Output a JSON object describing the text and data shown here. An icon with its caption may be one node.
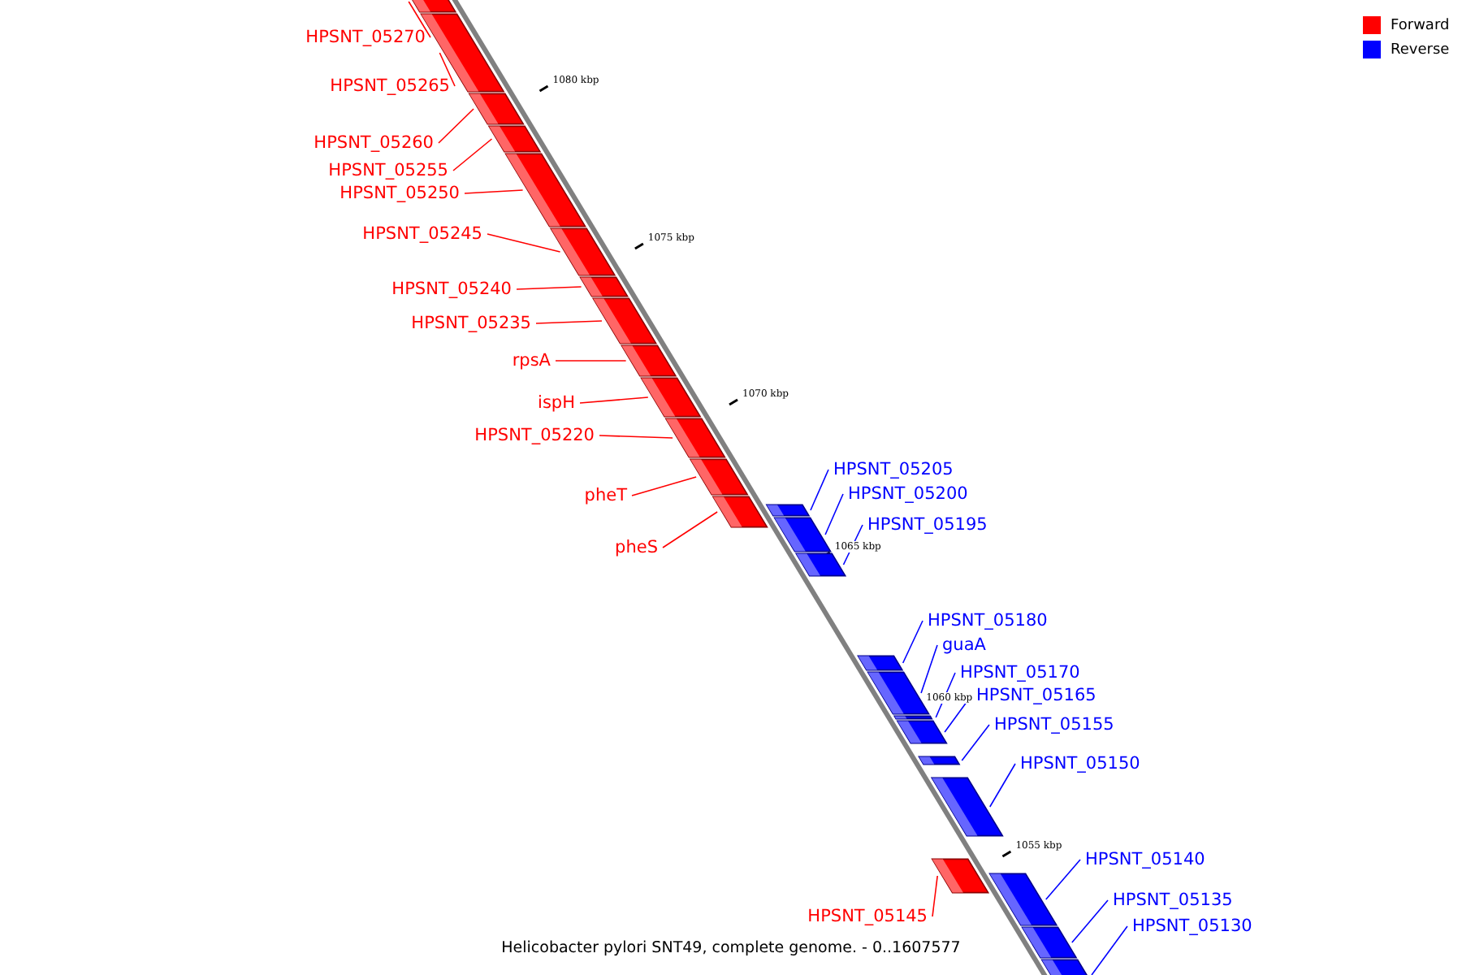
{
  "diagram": {
    "caption": "Helicobacter pylori SNT49, complete genome. - 0..1607577",
    "nodes": [
      {
        "text": [
          "HPSNT_05270"
        ]
      },
      {
        "text": [],
        "shape": "bar"
      },
      {
        "text": [
          "HPSNT_05265"
        ]
      },
      {
        "text": [],
        "shape": "bar"
      },
      {
        "text": [
          "HPSNT_05260"
        ]
      },
      {
        "text": [],
        "shape": "bar"
      },
      {
        "text": [
          "HPSNT_05255"
        ]
      },
      {
        "text": [],
        "shape": "bar"
      },
      {
        "text": [
          "HPSNT_05250"
        ]
      },
      {
        "text": [],
        "shape": "bar"
      },
      {
        "text": [
          "HPSNT_05245"
        ]
      },
      {
        "text": [],
        "shape": "bar"
      },
      {
        "text": [
          "HPSNT_05240"
        ]
      },
      {
        "text": [],
        "shape": "bar"
      },
      {
        "text": [
          "HPSNT_05235"
        ]
      },
      {
        "text": [],
        "shape": "bar"
      },
      {
        "text": [
          "rpsA"
        ]
      },
      {
        "text": [],
        "shape": "bar"
      },
      {
        "text": [
          "ispH"
        ]
      },
      {
        "text": [],
        "shape": "bar"
      },
      {
        "text": [
          "HPSNT_05220"
        ]
      },
      {
        "text": [],
        "shape": "bar"
      },
      {
        "text": [
          "pheT"
        ]
      },
      {
        "text": [],
        "shape": "bar"
      },
      {
        "text": [
          "pheS"
        ]
      },
      {
        "text": [],
        "shape": "bar"
      },
      {
        "text": [
          "HPSNT_05205"
        ]
      },
      {
        "text": [],
        "shape": "bar"
      },
      {
        "text": [
          "HPSNT_05200"
        ]
      },
      {
        "text": [],
        "shape": "bar"
      },
      {
        "text": [
          "HPSNT_05195"
        ]
      },
      {
        "text": [],
        "shape": "bar"
      },
      {
        "text": [
          "HPSNT_05180"
        ]
      },
      {
        "text": [],
        "shape": "bar"
      },
      {
        "text": [
          "guaA"
        ]
      },
      {
        "text": [],
        "shape": "bar"
      },
      {
        "text": [
          "HPSNT_05170"
        ]
      },
      {
        "text": [],
        "shape": "bar"
      },
      {
        "text": [
          "HPSNT_05165"
        ]
      },
      {
        "text": [],
        "shape": "bar"
      },
      {
        "text": [
          "HPSNT_05155"
        ]
      },
      {
        "text": [],
        "shape": "bar"
      },
      {
        "text": [
          "HPSNT_05150"
        ]
      },
      {
        "text": [],
        "shape": "bar"
      },
      {
        "text": [
          "HPSNT_05140"
        ]
      },
      {
        "text": [],
        "shape": "bar"
      },
      {
        "text": [
          "HPSNT_05145"
        ]
      },
      {
        "text": [],
        "shape": "bar"
      },
      {
        "text": [
          "HPSNT_05135"
        ]
      },
      {
        "text": [],
        "shape": "bar"
      },
      {
        "text": [
          "HPSNT_05130"
        ]
      },
      {
        "text": [],
        "shape": "bar"
      }
    ],
    "edges": [
      {
        "from": 0,
        "to": 1,
        "arrow": "none"
      },
      {
        "from": 2,
        "to": 3,
        "arrow": "none"
      },
      {
        "from": 4,
        "to": 5,
        "arrow": "none"
      },
      {
        "from": 6,
        "to": 7,
        "arrow": "none"
      },
      {
        "from": 8,
        "to": 9,
        "arrow": "none"
      },
      {
        "from": 10,
        "to": 11,
        "arrow": "none"
      },
      {
        "from": 12,
        "to": 13,
        "arrow": "none"
      },
      {
        "from": 14,
        "to": 15,
        "arrow": "none"
      },
      {
        "from": 16,
        "to": 17,
        "arrow": "none"
      },
      {
        "from": 18,
        "to": 19,
        "arrow": "none"
      },
      {
        "from": 20,
        "to": 21,
        "arrow": "none"
      },
      {
        "from": 22,
        "to": 23,
        "arrow": "none"
      },
      {
        "from": 24,
        "to": 25,
        "arrow": "none"
      },
      {
        "from": 26,
        "to": 27,
        "arrow": "none",
        "color": "#0000ff"
      },
      {
        "from": 28,
        "to": 29,
        "arrow": "none",
        "color": "#0000ff"
      },
      {
        "from": 30,
        "to": 31,
        "arrow": "none",
        "color": "#0000ff"
      },
      {
        "from": 32,
        "to": 33,
        "arrow": "none",
        "color": "#0000ff"
      },
      {
        "from": 34,
        "to": 35,
        "arrow": "none",
        "color": "#0000ff"
      },
      {
        "from": 36,
        "to": 37,
        "arrow": "none",
        "color": "#0000ff"
      },
      {
        "from": 38,
        "to": 39,
        "arrow": "none",
        "color": "#0000ff"
      },
      {
        "from": 40,
        "to": 41,
        "arrow": "none",
        "color": "#0000ff"
      },
      {
        "from": 42,
        "to": 43,
        "arrow": "none",
        "color": "#0000ff"
      },
      {
        "from": 44,
        "to": 45,
        "arrow": "none",
        "color": "#0000ff"
      },
      {
        "from": 46,
        "to": 47,
        "arrow": "none"
      },
      {
        "from": 48,
        "to": 49,
        "arrow": "none",
        "color": "#0000ff"
      },
      {
        "from": 50,
        "to": 51,
        "arrow": "none",
        "color": "#0000ff"
      }
    ],
    "labels": [
      "1080 kbp",
      "1075 kbp",
      "1070 kbp",
      "1065 kbp",
      "1060 kbp",
      "1055 kbp"
    ],
    "legend": [
      {
        "text": "Forward",
        "color": "#ff0000"
      },
      {
        "text": "Reverse",
        "color": "#0000ff"
      }
    ]
  }
}
